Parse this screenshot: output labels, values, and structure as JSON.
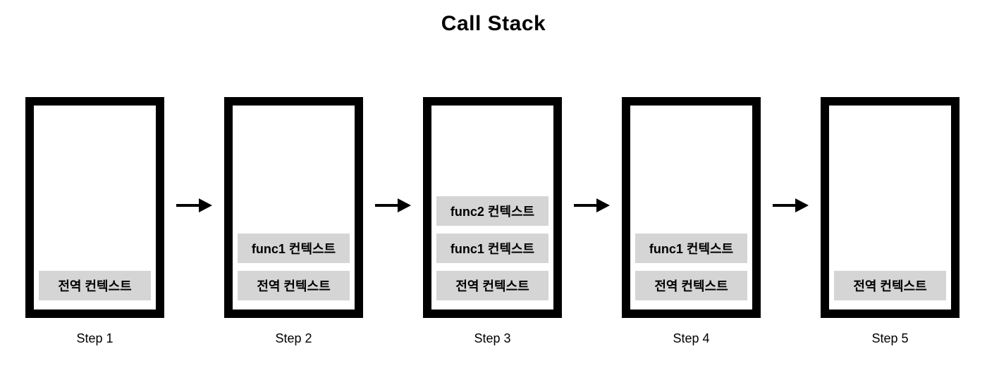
{
  "title": "Call Stack",
  "colors": {
    "box_border": "#000000",
    "context_background": "#d5d5d5",
    "text": "#000000",
    "page_background": "#ffffff"
  },
  "arrow": {
    "icon_name": "right-arrow-icon",
    "direction": "right"
  },
  "steps": [
    {
      "label": "Step 1",
      "contexts": [
        "전역 컨텍스트"
      ]
    },
    {
      "label": "Step 2",
      "contexts": [
        "func1 컨텍스트",
        "전역 컨텍스트"
      ]
    },
    {
      "label": "Step 3",
      "contexts": [
        "func2 컨텍스트",
        "func1 컨텍스트",
        "전역 컨텍스트"
      ]
    },
    {
      "label": "Step 4",
      "contexts": [
        "func1 컨텍스트",
        "전역 컨텍스트"
      ]
    },
    {
      "label": "Step 5",
      "contexts": [
        "전역 컨텍스트"
      ]
    }
  ]
}
